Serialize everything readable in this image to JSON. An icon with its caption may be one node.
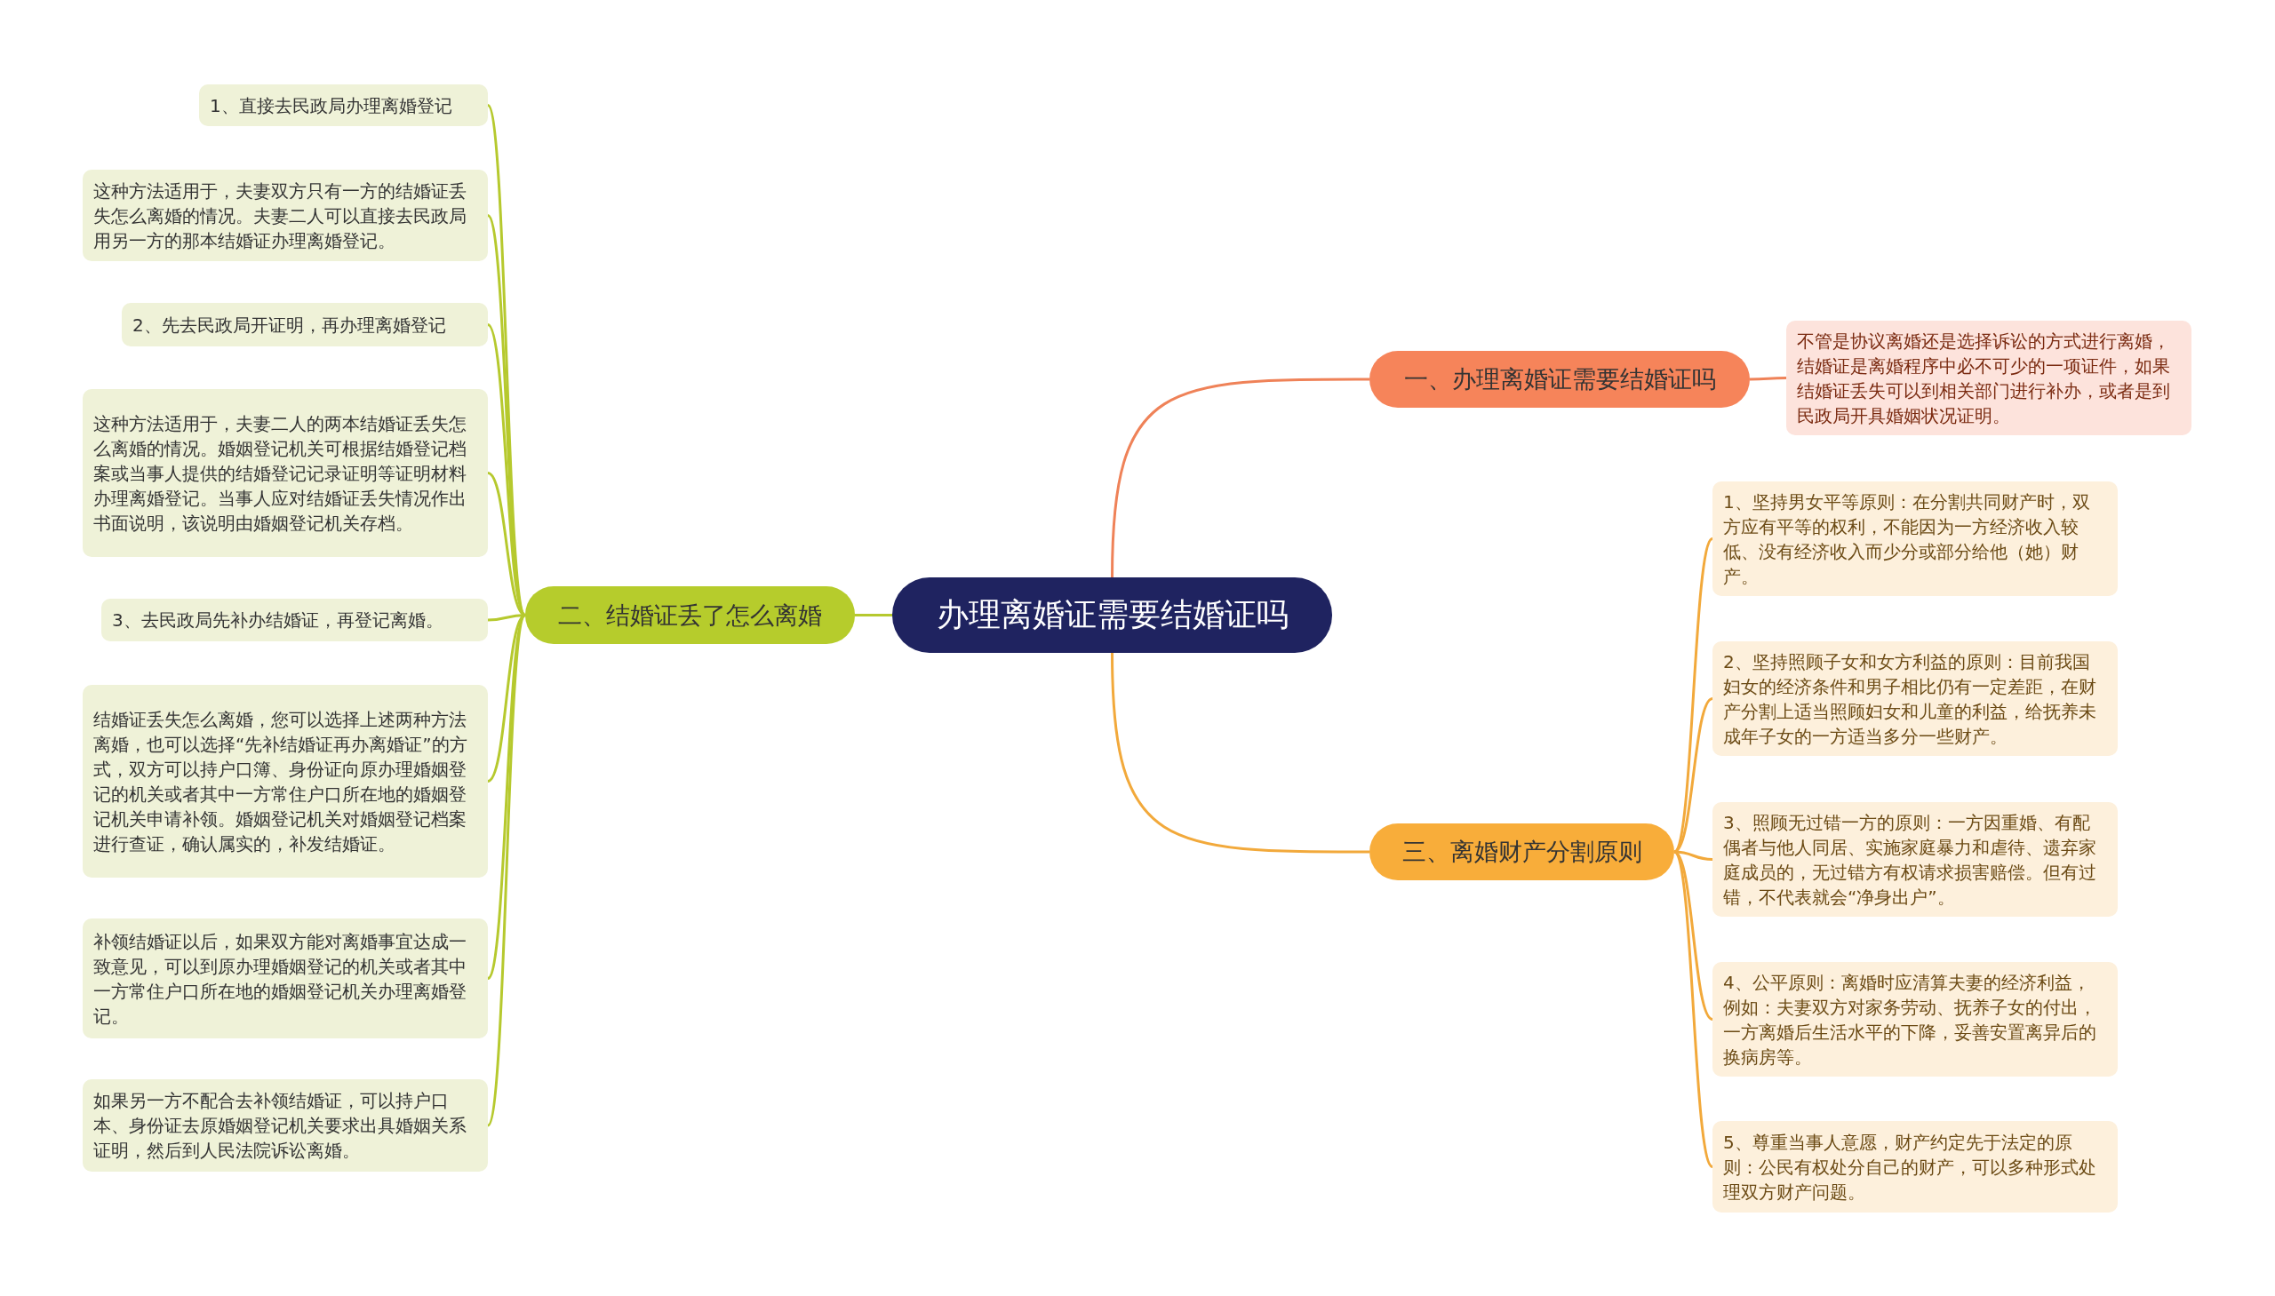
{
  "diagram": {
    "nodes": [
      {
        "text": [
          "办理离婚证需要结婚证吗"
        ]
      },
      {
        "text": [
          "一、办理离婚证需要结婚证吗"
        ]
      },
      {
        "text": [
          "不管是协议离婚还是选择诉讼的方式进行离婚，结婚证是离婚程序中必不可少的一项证件，如果结婚证丢失可以到相关部门进行补办，或者是到民政局开具婚姻状况证明。"
        ]
      },
      {
        "text": [
          "二、结婚证丢了怎么离婚"
        ]
      },
      {
        "text": [
          "1、直接去民政局办理离婚登记"
        ]
      },
      {
        "text": [
          "这种方法适用于，夫妻双方只有一方的结婚证丢失怎么离婚的情况。夫妻二人可以直接去民政局用另一方的那本结婚证办理离婚登记。"
        ]
      },
      {
        "text": [
          "2、先去民政局开证明，再办理离婚登记"
        ]
      },
      {
        "text": [
          "这种方法适用于，夫妻二人的两本结婚证丢失怎么离婚的情况。婚姻登记机关可根据结婚登记档案或当事人提供的结婚登记记录证明等证明材料办理离婚登记。当事人应对结婚证丢失情况作出书面说明，该说明由婚姻登记机关存档。"
        ]
      },
      {
        "text": [
          "3、去民政局先补办结婚证，再登记离婚。"
        ]
      },
      {
        "text": [
          "结婚证丢失怎么离婚，您可以选择上述两种方法离婚，也可以选择“先补结婚证再办离婚证”的方式，双方可以持户口簿、身份证向原办理婚姻登记的机关或者其中一方常住户口所在地的婚姻登记机关申请补领。婚姻登记机关对婚姻登记档案进行查证，确认属实的，补发结婚证。"
        ]
      },
      {
        "text": [
          "补领结婚证以后，如果双方能对离婚事宜达成一致意见，可以到原办理婚姻登记的机关或者其中一方常住户口所在地的婚姻登记机关办理离婚登记。"
        ]
      },
      {
        "text": [
          "如果另一方不配合去补领结婚证，可以持户口本、身份证去原婚姻登记机关要求出具婚姻关系证明，然后到人民法院诉讼离婚。"
        ]
      },
      {
        "text": [
          "三、离婚财产分割原则"
        ]
      },
      {
        "text": [
          "1、坚持男女平等原则：在分割共同财产时，双方应有平等的权利，不能因为一方经济收入较低、没有经济收入而少分或部分给他（她）财产。"
        ]
      },
      {
        "text": [
          "2、坚持照顾子女和女方利益的原则：目前我国妇女的经济条件和男子相比仍有一定差距，在财产分割上适当照顾妇女和儿童的利益，给抚养未成年子女的一方适当多分一些财产。"
        ]
      },
      {
        "text": [
          "3、照顾无过错一方的原则：一方因重婚、有配偶者与他人同居、实施家庭暴力和虐待、遗弃家庭成员的，无过错方有权请求损害赔偿。但有过错，不代表就会“净身出户”。"
        ]
      },
      {
        "text": [
          "4、公平原则：离婚时应清算夫妻的经济利益，例如：夫妻双方对家务劳动、抚养子女的付出，一方离婚后生活水平的下降，妥善安置离异后的换病房等。"
        ]
      },
      {
        "text": [
          "5、尊重当事人意愿，财产约定先于法定的原则：公民有权处分自己的财产，可以多种形式处理双方财产问题。"
        ]
      }
    ],
    "edges": [
      {
        "from": 0,
        "to": 1,
        "arrow": "none",
        "color": "#ef8258"
      },
      {
        "from": 1,
        "to": 2,
        "arrow": "none",
        "color": "#ef8258"
      },
      {
        "from": 0,
        "to": 3,
        "arrow": "none"
      },
      {
        "from": 3,
        "to": 4,
        "arrow": "none"
      },
      {
        "from": 3,
        "to": 5,
        "arrow": "none"
      },
      {
        "from": 3,
        "to": 6,
        "arrow": "none"
      },
      {
        "from": 3,
        "to": 7,
        "arrow": "none"
      },
      {
        "from": 3,
        "to": 8,
        "arrow": "none"
      },
      {
        "from": 3,
        "to": 9,
        "arrow": "none"
      },
      {
        "from": 3,
        "to": 10,
        "arrow": "none"
      },
      {
        "from": 3,
        "to": 11,
        "arrow": "none"
      },
      {
        "from": 0,
        "to": 12,
        "arrow": "none",
        "color": "#f2a93b"
      },
      {
        "from": 12,
        "to": 13,
        "arrow": "none",
        "color": "#f2a93b"
      },
      {
        "from": 12,
        "to": 14,
        "arrow": "none",
        "color": "#f2a93b"
      },
      {
        "from": 12,
        "to": 15,
        "arrow": "none",
        "color": "#f2a93b"
      },
      {
        "from": 12,
        "to": 16,
        "arrow": "none",
        "color": "#f2a93b"
      },
      {
        "from": 12,
        "to": 17,
        "arrow": "none",
        "color": "#f2a93b"
      }
    ]
  }
}
